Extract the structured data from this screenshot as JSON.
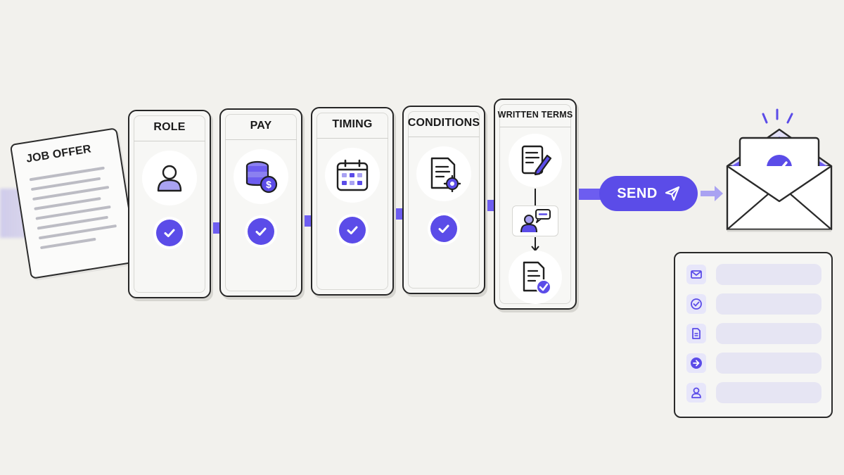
{
  "paper": {
    "title": "JOB OFFER"
  },
  "cards": [
    {
      "label": "ROLE",
      "icon": "person-icon",
      "status": "complete"
    },
    {
      "label": "PAY",
      "icon": "coins-dollar-icon",
      "status": "complete"
    },
    {
      "label": "TIMING",
      "icon": "calendar-icon",
      "status": "complete"
    },
    {
      "label": "CONDITIONS",
      "icon": "document-gear-icon",
      "status": "complete"
    },
    {
      "label": "WRITTEN TERMS",
      "icons": [
        "document-pen-icon",
        "person-chat-icon",
        "document-check-icon"
      ]
    }
  ],
  "send_button": {
    "label": "SEND",
    "icon": "paper-plane-icon"
  },
  "envelope": {
    "icon": "envelope-check-icon"
  },
  "panel": {
    "rows": [
      {
        "icon": "mail-icon"
      },
      {
        "icon": "check-circle-icon"
      },
      {
        "icon": "document-icon"
      },
      {
        "icon": "arrow-right-circle-icon"
      },
      {
        "icon": "user-icon"
      }
    ]
  },
  "colors": {
    "accent": "#5b4ce8",
    "accent_light": "#e7e6fa",
    "background": "#f2f1ed",
    "outline": "#262626"
  }
}
